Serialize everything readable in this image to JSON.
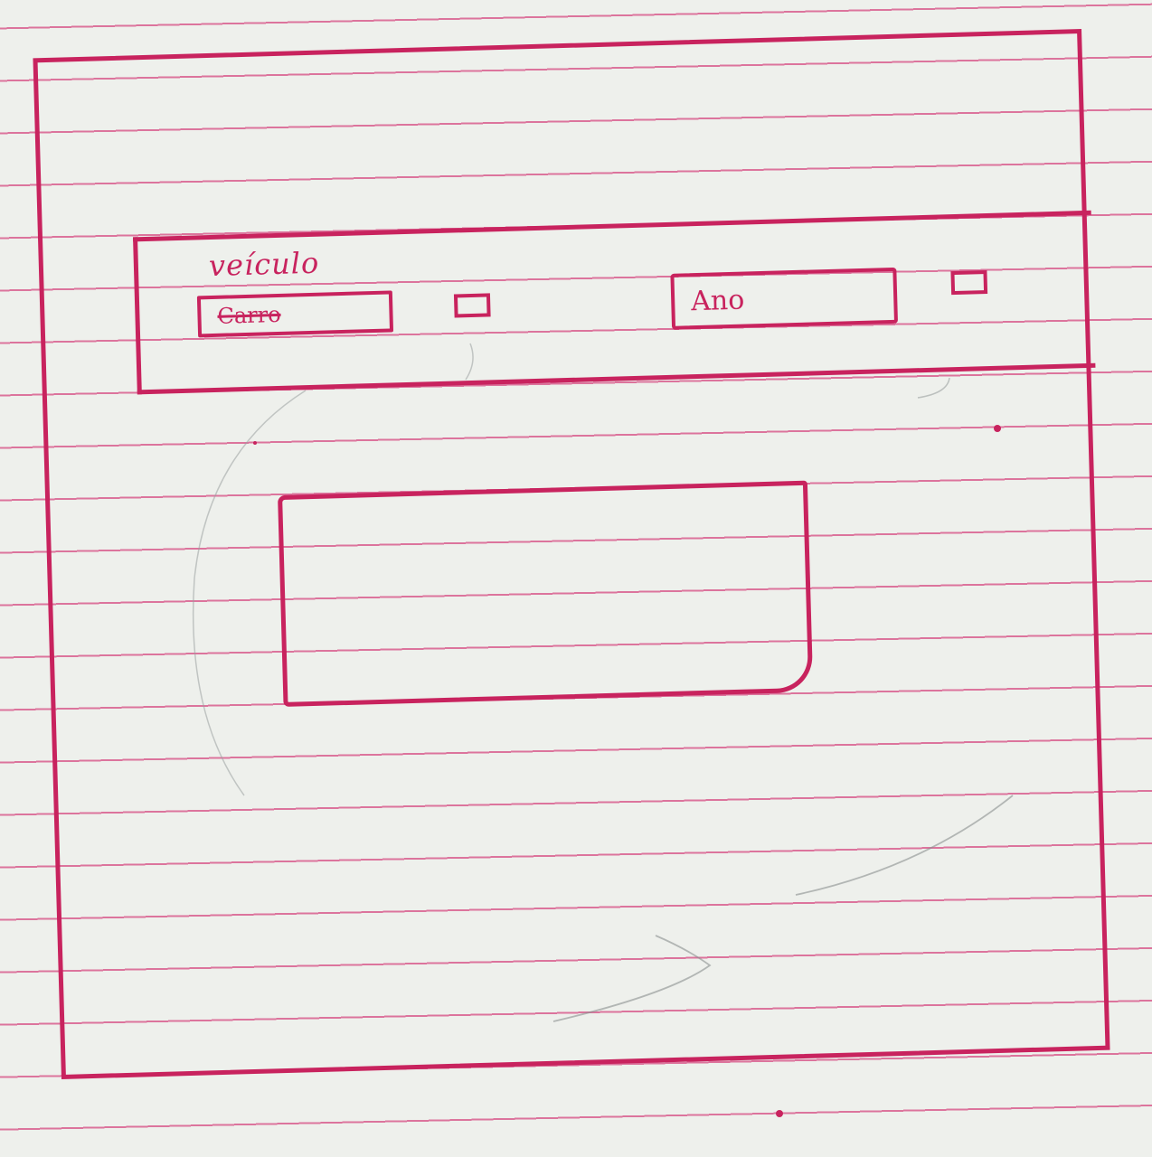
{
  "form": {
    "group_label": "veículo",
    "car_field": {
      "value": "Carro",
      "checked": false
    },
    "year_field": {
      "value": "Ano",
      "checked": false
    }
  },
  "colors": {
    "ink": "#c8235e",
    "paper": "#eef0ec",
    "rule_lines": "#d64a82"
  }
}
